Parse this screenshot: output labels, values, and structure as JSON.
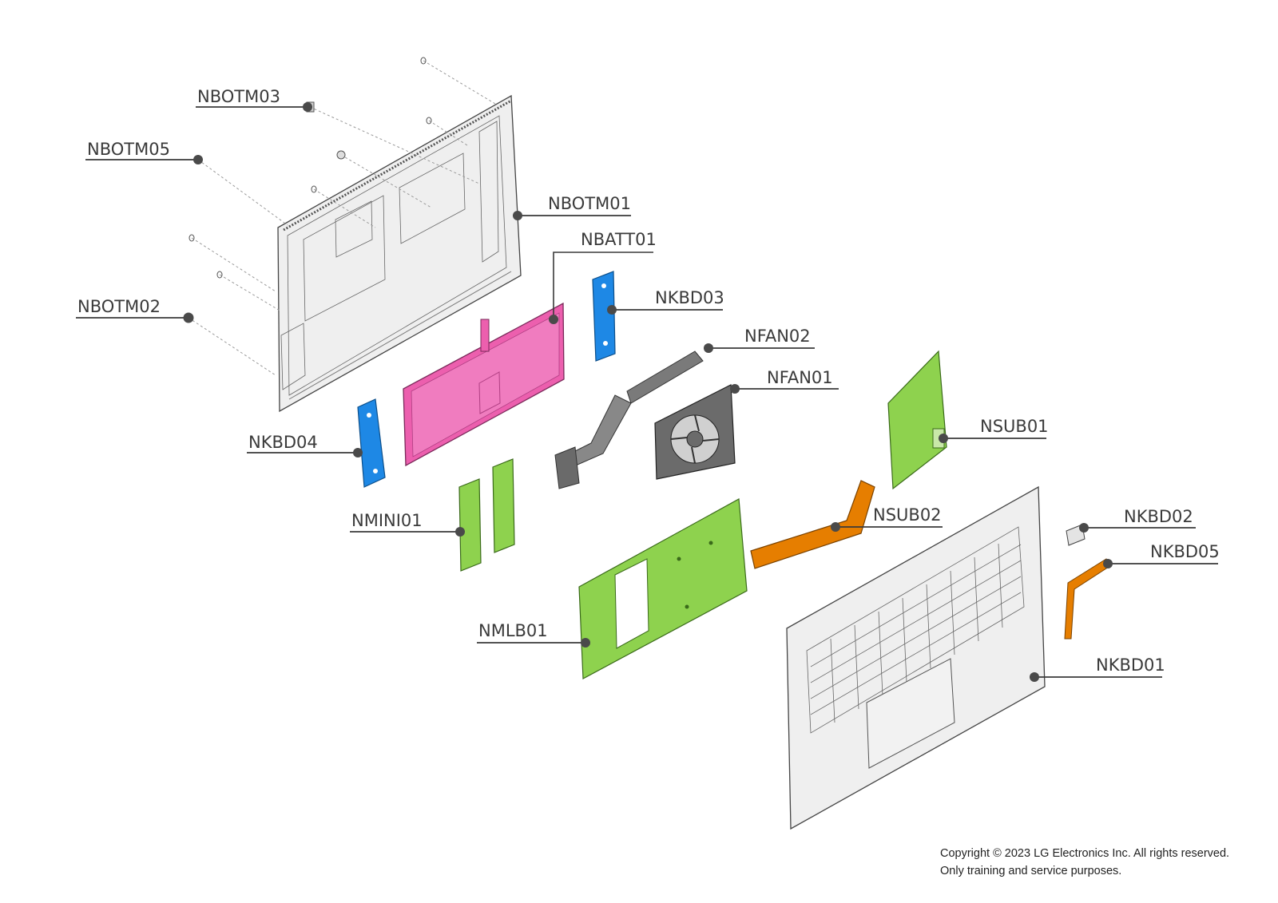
{
  "diagram": {
    "callouts": [
      {
        "id": "nbotm03",
        "label": "NBOTM03"
      },
      {
        "id": "nbotm05",
        "label": "NBOTM05"
      },
      {
        "id": "nbotm01",
        "label": "NBOTM01"
      },
      {
        "id": "nbatt01",
        "label": "NBATT01"
      },
      {
        "id": "nbotm02",
        "label": "NBOTM02"
      },
      {
        "id": "nkbd03",
        "label": "NKBD03"
      },
      {
        "id": "nfan02",
        "label": "NFAN02"
      },
      {
        "id": "nfan01",
        "label": "NFAN01"
      },
      {
        "id": "nkbd04",
        "label": "NKBD04"
      },
      {
        "id": "nsub01",
        "label": "NSUB01"
      },
      {
        "id": "nmini01",
        "label": "NMINI01"
      },
      {
        "id": "nsub02",
        "label": "NSUB02"
      },
      {
        "id": "nkbd02",
        "label": "NKBD02"
      },
      {
        "id": "nkbd05",
        "label": "NKBD05"
      },
      {
        "id": "nmlb01",
        "label": "NMLB01"
      },
      {
        "id": "nkbd01",
        "label": "NKBD01"
      }
    ],
    "colors": {
      "battery": "#ec5fae",
      "bracket": "#1e88e5",
      "board": "#8ed24e",
      "cable": "#e67e00",
      "fan": "#6b6b6b",
      "chassis": "#ececec"
    }
  },
  "footer": {
    "line1": "Copyright © 2023 LG Electronics Inc. All rights reserved.",
    "line2": "Only training and service purposes."
  }
}
